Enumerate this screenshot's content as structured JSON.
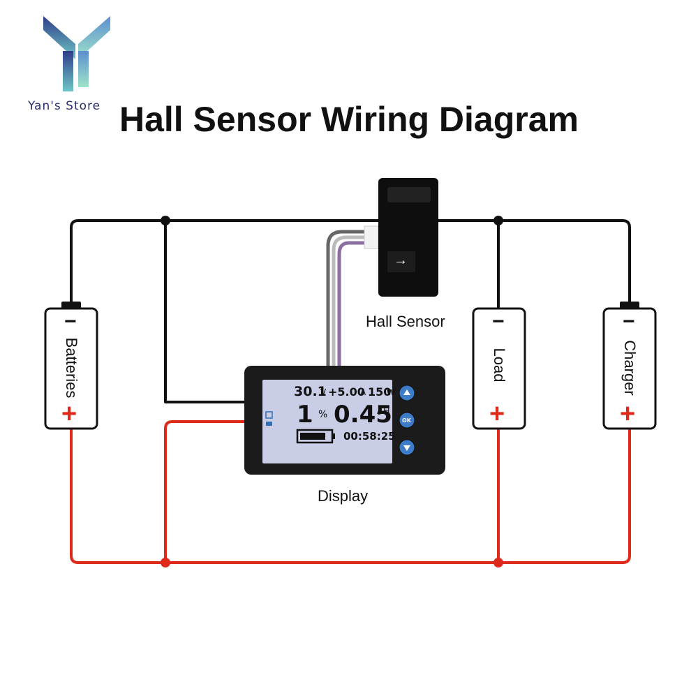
{
  "store": {
    "name": "Yan's Store"
  },
  "title": "Hall Sensor Wiring Diagram",
  "components": {
    "batteries": {
      "label": "Batteries",
      "minus": "−",
      "plus": "+"
    },
    "load": {
      "label": "Load",
      "minus": "−",
      "plus": "+"
    },
    "charger": {
      "label": "Charger",
      "minus": "−",
      "plus": "+"
    },
    "hall_sensor": {
      "label": "Hall Sensor",
      "arrow": "→"
    },
    "display": {
      "label": "Display",
      "voltage": "30.1",
      "voltage_unit": "V",
      "current": "+5.00",
      "current_unit": "A",
      "power": "150",
      "power_unit": "W",
      "percent": "1",
      "percent_unit": "%",
      "capacity": "0.45",
      "capacity_unit": "AH",
      "time": "00:58:25",
      "button_ok": "OK"
    }
  },
  "colors": {
    "negative_wire": "#111111",
    "positive_wire": "#dd2a1b",
    "plus_sign": "#dd2a1b",
    "lcd_bg": "#c9cde6",
    "button": "#3d7cc9"
  }
}
